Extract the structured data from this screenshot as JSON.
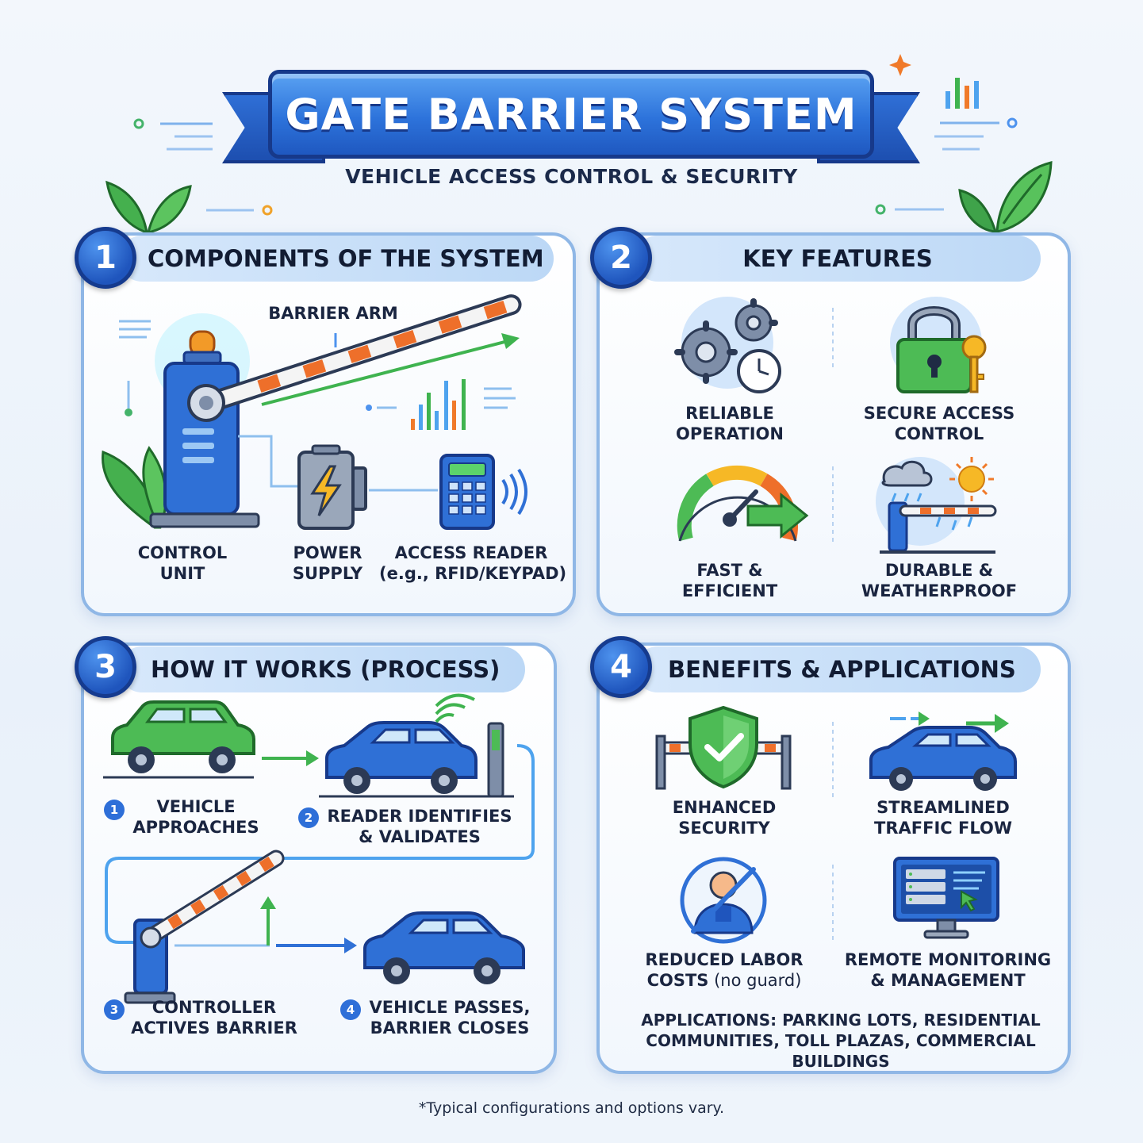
{
  "header": {
    "title": "GATE BARRIER SYSTEM",
    "subtitle": "VEHICLE ACCESS CONTROL & SECURITY"
  },
  "sections": [
    {
      "number": "1",
      "title": "COMPONENTS OF THE SYSTEM",
      "barrier_arm_label": "BARRIER ARM",
      "items": [
        {
          "label_line1": "CONTROL",
          "label_line2": "UNIT",
          "icon": "control-unit-icon"
        },
        {
          "label_line1": "POWER",
          "label_line2": "SUPPLY",
          "icon": "power-supply-icon"
        },
        {
          "label_line1": "ACCESS READER",
          "label_line2": "(e.g., RFID/KEYPAD)",
          "icon": "keypad-icon"
        }
      ]
    },
    {
      "number": "2",
      "title": "KEY FEATURES",
      "items": [
        {
          "label_line1": "RELIABLE",
          "label_line2": "OPERATION",
          "icon": "gears-clock-icon"
        },
        {
          "label_line1": "SECURE ACCESS",
          "label_line2": "CONTROL",
          "icon": "padlock-key-icon"
        },
        {
          "label_line1": "FAST &",
          "label_line2": "EFFICIENT",
          "icon": "speedometer-icon"
        },
        {
          "label_line1": "DURABLE &",
          "label_line2": "WEATHERPROOF",
          "icon": "weather-barrier-icon"
        }
      ]
    },
    {
      "number": "3",
      "title": "HOW IT WORKS (PROCESS)",
      "steps": [
        {
          "num": "1",
          "label_line1": "VEHICLE",
          "label_line2": "APPROACHES",
          "icon": "green-car-icon"
        },
        {
          "num": "2",
          "label_line1": "READER IDENTIFIES",
          "label_line2": "& VALIDATES",
          "icon": "car-reader-icon"
        },
        {
          "num": "3",
          "label_line1": "CONTROLLER",
          "label_line2": "ACTIVES BARRIER",
          "icon": "barrier-raise-icon"
        },
        {
          "num": "4",
          "label_line1": "VEHICLE PASSES,",
          "label_line2": "BARRIER CLOSES",
          "icon": "blue-car-icon"
        }
      ]
    },
    {
      "number": "4",
      "title": "BENEFITS & APPLICATIONS",
      "items": [
        {
          "label_line1": "ENHANCED",
          "label_line2": "SECURITY",
          "icon": "shield-check-icon"
        },
        {
          "label_line1": "STREAMLINED",
          "label_line2": "TRAFFIC FLOW",
          "icon": "moving-car-icon"
        },
        {
          "label_line1": "REDUCED LABOR",
          "label_line2a": "COSTS",
          "label_line2b": " (no guard)",
          "icon": "no-guard-icon"
        },
        {
          "label_line1": "REMOTE MONITORING",
          "label_line2": "& MANAGEMENT",
          "icon": "monitor-dashboard-icon"
        }
      ],
      "applications_line1": "APPLICATIONS: PARKING LOTS, RESIDENTIAL",
      "applications_line2": "COMMUNITIES, TOLL PLAZAS, COMMERCIAL BUILDINGS"
    }
  ],
  "footnote": "*Typical configurations and options vary.",
  "colors": {
    "primary_blue": "#2d73db",
    "navy": "#17398a",
    "green": "#3fb34f",
    "orange": "#f07a2a",
    "panel_border": "#8fb7e6"
  }
}
